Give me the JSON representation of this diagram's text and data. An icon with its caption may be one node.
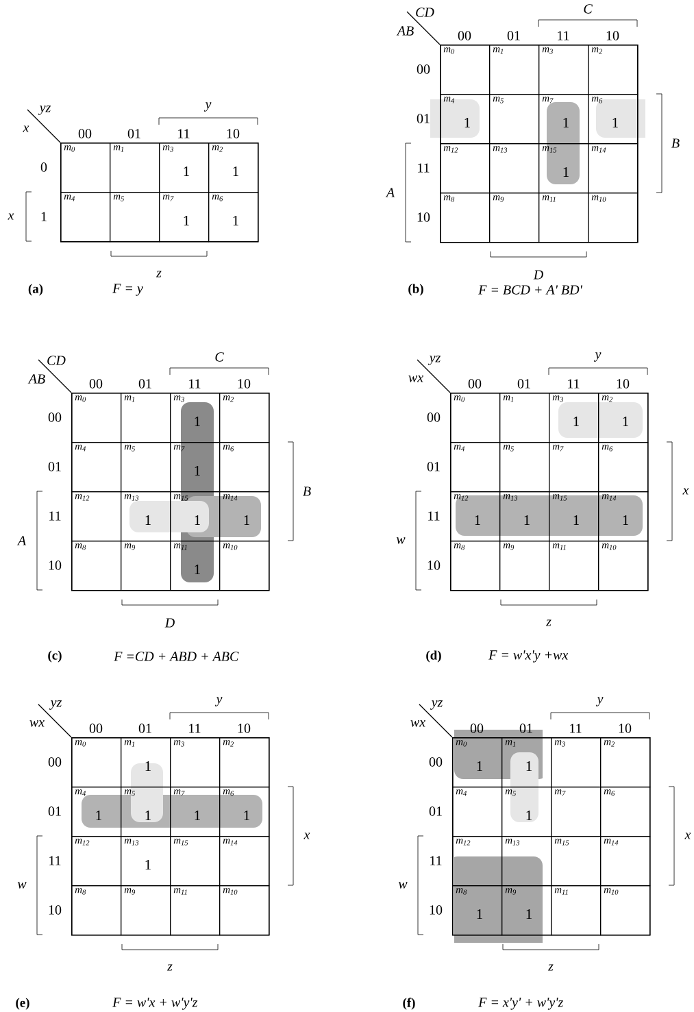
{
  "diagram": {
    "nodes": [
      {
        "text": [
          "yz",
          "x",
          "00",
          "01",
          "11",
          "10",
          "0",
          "1",
          "y",
          "x",
          "z",
          "(a)",
          "F = y"
        ]
      },
      {
        "text": [
          "m$_{0}$"
        ],
        "in": 0
      },
      {
        "text": [
          "m$_{1}$"
        ],
        "in": 0
      },
      {
        "text": [
          "m$_{3}$",
          "1"
        ],
        "in": 0
      },
      {
        "text": [
          "m$_{2}$",
          "1"
        ],
        "in": 0
      },
      {
        "text": [
          "m$_{4}$"
        ],
        "in": 0
      },
      {
        "text": [
          "m$_{5}$"
        ],
        "in": 0
      },
      {
        "text": [
          "m$_{7}$",
          "1"
        ],
        "in": 0
      },
      {
        "text": [
          "m$_{6}$",
          "1"
        ],
        "in": 0
      },
      {
        "text": [
          "CD",
          "AB",
          "00",
          "01",
          "11",
          "10",
          "00",
          "01",
          "11",
          "10",
          "C",
          "B",
          "A",
          "D",
          "(b)",
          "F = BCD + A' BD'"
        ]
      },
      {
        "text": [
          "m$_{0}$"
        ],
        "in": 9
      },
      {
        "text": [
          "m$_{1}$"
        ],
        "in": 9
      },
      {
        "text": [
          "m$_{3}$"
        ],
        "in": 9
      },
      {
        "text": [
          "m$_{2}$"
        ],
        "in": 9
      },
      {
        "text": [
          "m$_{4}$",
          "1"
        ],
        "in": 9
      },
      {
        "text": [
          "m$_{5}$"
        ],
        "in": 9
      },
      {
        "text": [
          "m$_{7}$",
          "1"
        ],
        "in": 9
      },
      {
        "text": [
          "m$_{6}$",
          "1"
        ],
        "in": 9
      },
      {
        "text": [
          "m$_{12}$"
        ],
        "in": 9
      },
      {
        "text": [
          "m$_{13}$"
        ],
        "in": 9
      },
      {
        "text": [
          "m$_{15}$",
          "1"
        ],
        "in": 9
      },
      {
        "text": [
          "m$_{14}$"
        ],
        "in": 9
      },
      {
        "text": [
          "m$_{8}$"
        ],
        "in": 9
      },
      {
        "text": [
          "m$_{9}$"
        ],
        "in": 9
      },
      {
        "text": [
          "m$_{11}$"
        ],
        "in": 9
      },
      {
        "text": [
          "m$_{10}$"
        ],
        "in": 9
      },
      {
        "text": [
          "CD",
          "AB",
          "00",
          "01",
          "11",
          "10",
          "00",
          "01",
          "11",
          "10",
          "C",
          "B",
          "A",
          "D",
          "(c)",
          "F =CD + ABD + ABC"
        ]
      },
      {
        "text": [
          "m$_{0}$"
        ],
        "in": 26
      },
      {
        "text": [
          "m$_{1}$"
        ],
        "in": 26
      },
      {
        "text": [
          "m$_{3}$",
          "1"
        ],
        "in": 26
      },
      {
        "text": [
          "m$_{2}$"
        ],
        "in": 26
      },
      {
        "text": [
          "m$_{4}$"
        ],
        "in": 26
      },
      {
        "text": [
          "m$_{5}$"
        ],
        "in": 26
      },
      {
        "text": [
          "m$_{7}$",
          "1"
        ],
        "in": 26
      },
      {
        "text": [
          "m$_{6}$"
        ],
        "in": 26
      },
      {
        "text": [
          "m$_{12}$"
        ],
        "in": 26
      },
      {
        "text": [
          "m$_{13}$",
          "1"
        ],
        "in": 26
      },
      {
        "text": [
          "m$_{15}$",
          "1"
        ],
        "in": 26
      },
      {
        "text": [
          "m$_{14}$",
          "1"
        ],
        "in": 26
      },
      {
        "text": [
          "m$_{8}$"
        ],
        "in": 26
      },
      {
        "text": [
          "m$_{9}$"
        ],
        "in": 26
      },
      {
        "text": [
          "m$_{11}$",
          "1"
        ],
        "in": 26
      },
      {
        "text": [
          "m$_{10}$"
        ],
        "in": 26
      },
      {
        "text": [
          "yz",
          "wx",
          "00",
          "01",
          "11",
          "10",
          "00",
          "01",
          "11",
          "10",
          "y",
          "x",
          "w",
          "z",
          "(d)",
          "F = w'x'y +wx"
        ]
      },
      {
        "text": [
          "m$_{0}$"
        ],
        "in": 43
      },
      {
        "text": [
          "m$_{1}$"
        ],
        "in": 43
      },
      {
        "text": [
          "m$_{3}$",
          "1"
        ],
        "in": 43
      },
      {
        "text": [
          "m$_{2}$",
          "1"
        ],
        "in": 43
      },
      {
        "text": [
          "m$_{4}$"
        ],
        "in": 43
      },
      {
        "text": [
          "m$_{5}$"
        ],
        "in": 43
      },
      {
        "text": [
          "m$_{7}$"
        ],
        "in": 43
      },
      {
        "text": [
          "m$_{6}$"
        ],
        "in": 43
      },
      {
        "text": [
          "m$_{12}$",
          "1"
        ],
        "in": 43
      },
      {
        "text": [
          "m$_{13}$",
          "1"
        ],
        "in": 43
      },
      {
        "text": [
          "m$_{15}$",
          "1"
        ],
        "in": 43
      },
      {
        "text": [
          "m$_{14}$",
          "1"
        ],
        "in": 43
      },
      {
        "text": [
          "m$_{8}$"
        ],
        "in": 43
      },
      {
        "text": [
          "m$_{9}$"
        ],
        "in": 43
      },
      {
        "text": [
          "m$_{11}$"
        ],
        "in": 43
      },
      {
        "text": [
          "m$_{10}$"
        ],
        "in": 43
      },
      {
        "text": [
          "yz",
          "wx",
          "00",
          "01",
          "11",
          "10",
          "00",
          "01",
          "11",
          "10",
          "y",
          "x",
          "w",
          "z",
          "(e)",
          "F = w'x + w'y'z"
        ]
      },
      {
        "text": [
          "m$_{0}$"
        ],
        "in": 60
      },
      {
        "text": [
          "m$_{1}$",
          "1"
        ],
        "in": 60
      },
      {
        "text": [
          "m$_{3}$"
        ],
        "in": 60
      },
      {
        "text": [
          "m$_{2}$"
        ],
        "in": 60
      },
      {
        "text": [
          "m$_{4}$",
          "1"
        ],
        "in": 60
      },
      {
        "text": [
          "m$_{5}$",
          "1"
        ],
        "in": 60
      },
      {
        "text": [
          "m$_{7}$",
          "1"
        ],
        "in": 60
      },
      {
        "text": [
          "m$_{6}$",
          "1"
        ],
        "in": 60
      },
      {
        "text": [
          "m$_{12}$"
        ],
        "in": 60
      },
      {
        "text": [
          "m$_{13}$",
          "1"
        ],
        "in": 60
      },
      {
        "text": [
          "m$_{15}$"
        ],
        "in": 60
      },
      {
        "text": [
          "m$_{14}$"
        ],
        "in": 60
      },
      {
        "text": [
          "m$_{8}$"
        ],
        "in": 60
      },
      {
        "text": [
          "m$_{9}$"
        ],
        "in": 60
      },
      {
        "text": [
          "m$_{11}$"
        ],
        "in": 60
      },
      {
        "text": [
          "m$_{10}$"
        ],
        "in": 60
      },
      {
        "text": [
          "yz",
          "wx",
          "00",
          "01",
          "11",
          "10",
          "00",
          "01",
          "11",
          "10",
          "y",
          "x",
          "w",
          "z",
          "(f)",
          "F = x'y' + w'y'z"
        ]
      },
      {
        "text": [
          "m$_{0}$",
          "1"
        ],
        "in": 77
      },
      {
        "text": [
          "m$_{1}$",
          "1"
        ],
        "in": 77
      },
      {
        "text": [
          "m$_{3}$"
        ],
        "in": 77
      },
      {
        "text": [
          "m$_{2}$"
        ],
        "in": 77
      },
      {
        "text": [
          "m$_{4}$"
        ],
        "in": 77
      },
      {
        "text": [
          "m$_{5}$",
          "1"
        ],
        "in": 77
      },
      {
        "text": [
          "m$_{7}$"
        ],
        "in": 77
      },
      {
        "text": [
          "m$_{6}$"
        ],
        "in": 77
      },
      {
        "text": [
          "m$_{12}$"
        ],
        "in": 77
      },
      {
        "text": [
          "m$_{13}$"
        ],
        "in": 77
      },
      {
        "text": [
          "m$_{15}$"
        ],
        "in": 77
      },
      {
        "text": [
          "m$_{14}$"
        ],
        "in": 77
      },
      {
        "text": [
          "m$_{8}$",
          "1"
        ],
        "in": 77
      },
      {
        "text": [
          "m$_{9}$",
          "1"
        ],
        "in": 77
      },
      {
        "text": [
          "m$_{11}$"
        ],
        "in": 77
      },
      {
        "text": [
          "m$_{10}$"
        ],
        "in": 77
      }
    ]
  }
}
